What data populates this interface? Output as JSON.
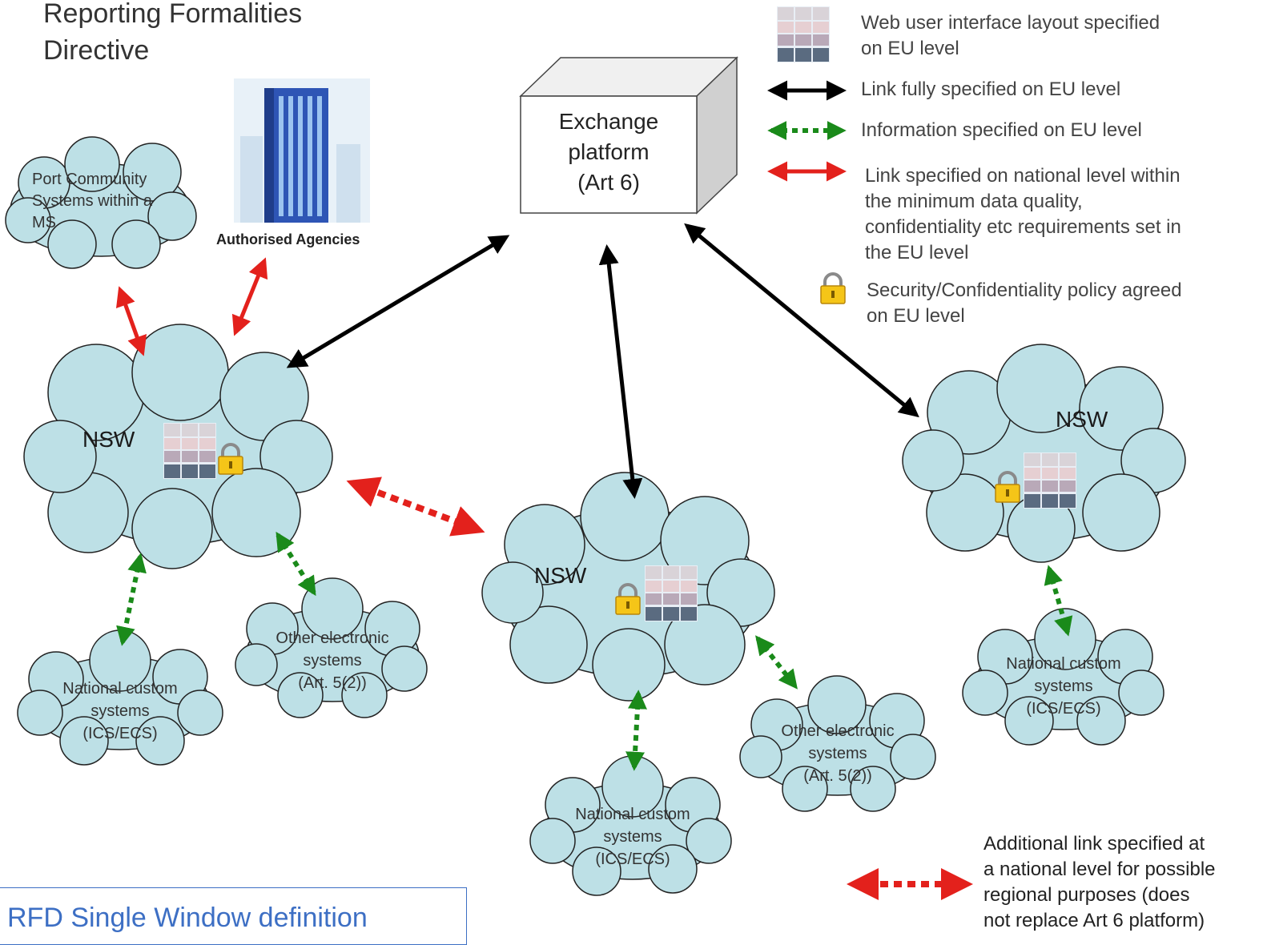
{
  "title": {
    "line1": "Reporting Formalities",
    "line2": "Directive"
  },
  "agency_label": "Authorised Agencies",
  "platform": {
    "line1": "Exchange",
    "line2": "platform",
    "line3": "(Art 6)"
  },
  "nodes": {
    "nsw_left": "NSW",
    "nsw_center": "NSW",
    "nsw_right": "NSW",
    "pcs": {
      "line1": "Port Community",
      "line2": "Systems within a",
      "line3": "MS"
    },
    "customs_left": {
      "line1": "National custom",
      "line2": "systems",
      "line3": "(ICS/ECS)"
    },
    "other_left": {
      "line1": "Other electronic",
      "line2": "systems",
      "line3": "(Art. 5(2))"
    },
    "customs_center": {
      "line1": "National custom",
      "line2": "systems",
      "line3": "(ICS/ECS)"
    },
    "other_center": {
      "line1": "Other electronic",
      "line2": "systems",
      "line3": "(Art. 5(2))"
    },
    "customs_right": {
      "line1": "National custom",
      "line2": "systems",
      "line3": "(ICS/ECS)"
    }
  },
  "legend": {
    "ui_layout": {
      "line1": "Web user interface layout specified",
      "line2": "on EU level"
    },
    "link_full": "Link fully specified on EU level",
    "info_eu": "Information specified on EU level",
    "link_national": {
      "line1": "Link specified on national level within",
      "line2": "the minimum data quality,",
      "line3": "confidentiality etc requirements set in",
      "line4": "the EU level"
    },
    "security": {
      "line1": "Security/Confidentiality policy agreed",
      "line2": "on EU level"
    },
    "additional": {
      "line1": "Additional link specified at",
      "line2": "a national level for possible",
      "line3": "regional purposes (does",
      "line4": "not replace Art 6 platform)"
    }
  },
  "footer_label": "RFD Single Window definition",
  "colors": {
    "cloud_fill": "#bde0e6",
    "cloud_stroke": "#222222",
    "black_link": "#000000",
    "green_link": "#1a8a1a",
    "red_link": "#e3211c",
    "footer_blue": "#3d6fc4"
  }
}
